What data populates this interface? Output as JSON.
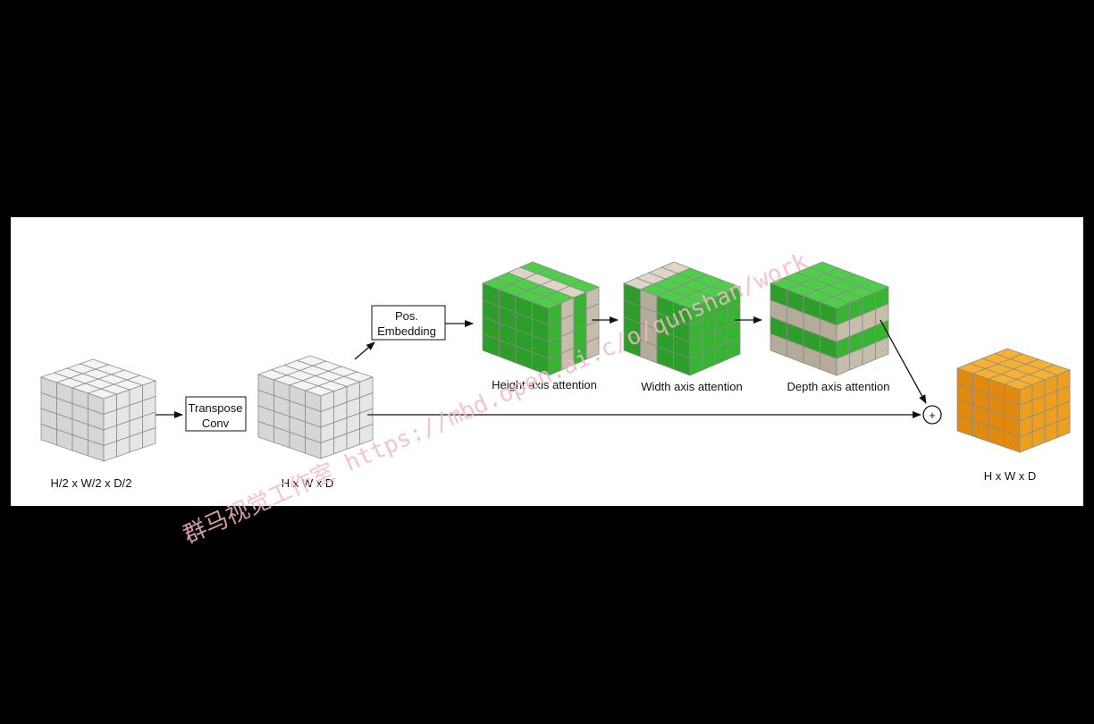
{
  "labels": {
    "input_dims": "H/2 x W/2 x D/2",
    "mid_dims": "H x W x D",
    "output_dims": "H x W x D",
    "height_attn": "Height axis attention",
    "width_attn": "Width axis attention",
    "depth_attn": "Depth axis attention"
  },
  "boxes": {
    "transpose_line1": "Transpose",
    "transpose_line2": "Conv",
    "pos_line1": "Pos.",
    "pos_line2": "Embedding"
  },
  "plus_symbol": "+",
  "watermark": "群马视觉工作室 https://mbd.open.ai.c/o/qunshan/work",
  "colors": {
    "gray_top": "#f4f4f4",
    "gray_left": "#d6d6d6",
    "gray_right": "#e6e6e6",
    "green_top": "#4fce4a",
    "green_left": "#2e9e2a",
    "green_right": "#38b433",
    "tan_top": "#ddd5c6",
    "tan_left": "#b4ab99",
    "tan_right": "#c6bdab",
    "orange_top": "#f7b132",
    "orange_left": "#e08a10",
    "orange_right": "#eda020"
  }
}
